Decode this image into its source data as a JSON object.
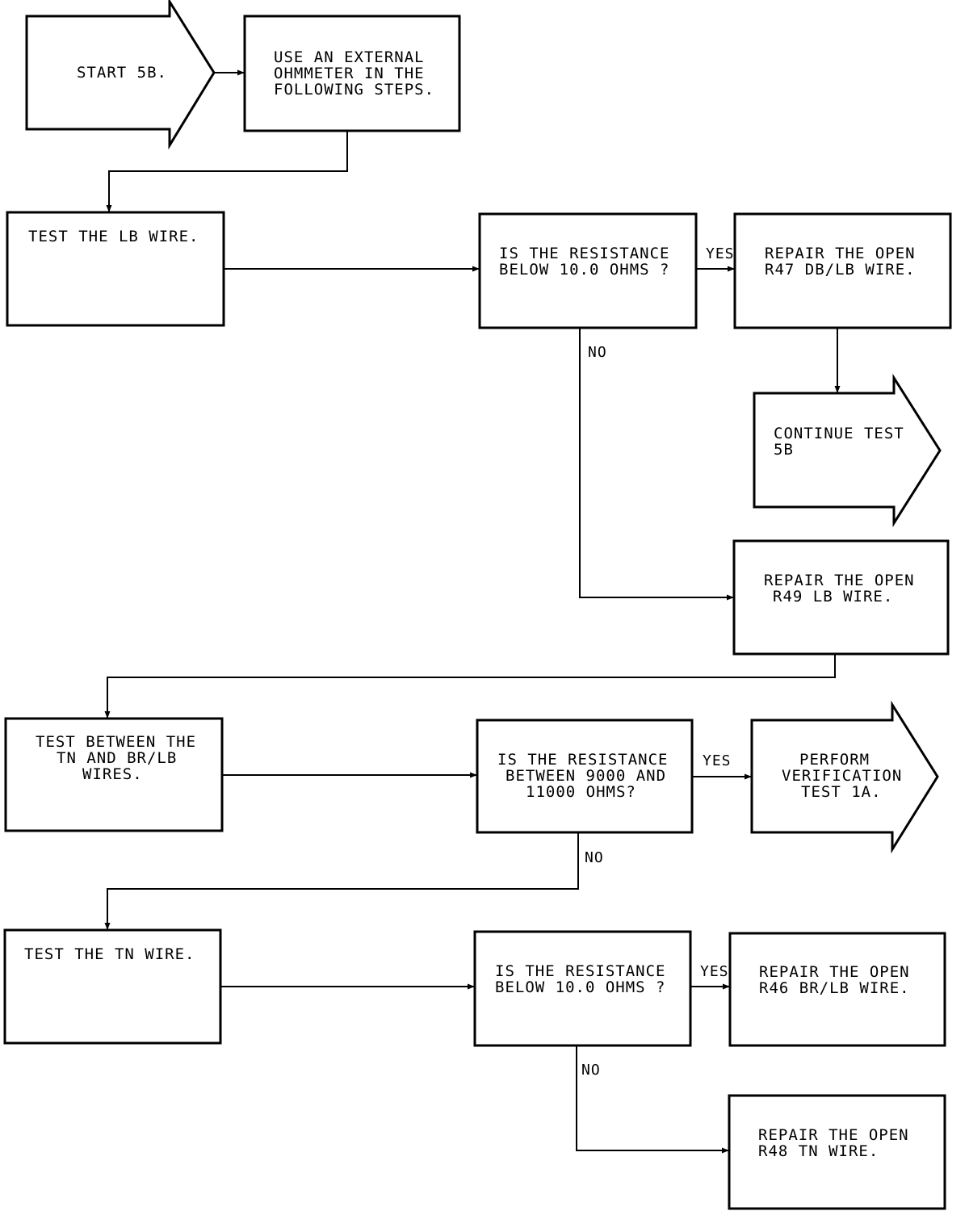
{
  "nodes": {
    "start": {
      "lines": [
        "START 5B."
      ]
    },
    "use_ohmmeter": {
      "lines": [
        "USE AN EXTERNAL",
        "OHMMETER IN THE",
        "FOLLOWING STEPS."
      ]
    },
    "test_lb": {
      "lines": [
        "TEST THE LB WIRE."
      ]
    },
    "q1": {
      "lines": [
        "IS THE RESISTANCE",
        "BELOW 10.0 OHMS ?"
      ]
    },
    "repair_r47": {
      "lines": [
        "REPAIR THE OPEN",
        "R47 DB/LB WIRE."
      ]
    },
    "continue_5b": {
      "lines": [
        "CONTINUE TEST",
        "5B"
      ]
    },
    "repair_r49": {
      "lines": [
        "REPAIR THE OPEN",
        "R49 LB WIRE."
      ]
    },
    "test_between": {
      "lines": [
        "TEST BETWEEN THE",
        "TN AND BR/LB",
        "WIRES."
      ]
    },
    "q2": {
      "lines": [
        "IS THE RESISTANCE",
        "BETWEEN 9000 AND",
        "11000 OHMS?"
      ]
    },
    "perform_1a": {
      "lines": [
        "PERFORM",
        "VERIFICATION",
        "TEST 1A."
      ]
    },
    "test_tn": {
      "lines": [
        "TEST THE TN WIRE."
      ]
    },
    "q3": {
      "lines": [
        "IS THE RESISTANCE",
        "BELOW 10.0 OHMS ?"
      ]
    },
    "repair_r46": {
      "lines": [
        "REPAIR THE OPEN",
        "R46 BR/LB WIRE."
      ]
    },
    "repair_r48": {
      "lines": [
        "REPAIR THE OPEN",
        "R48 TN WIRE."
      ]
    }
  },
  "labels": {
    "q1_yes": "YES",
    "q1_no": "NO",
    "q2_yes": "YES",
    "q2_no": "NO",
    "q3_yes": "YES",
    "q3_no": "NO"
  }
}
